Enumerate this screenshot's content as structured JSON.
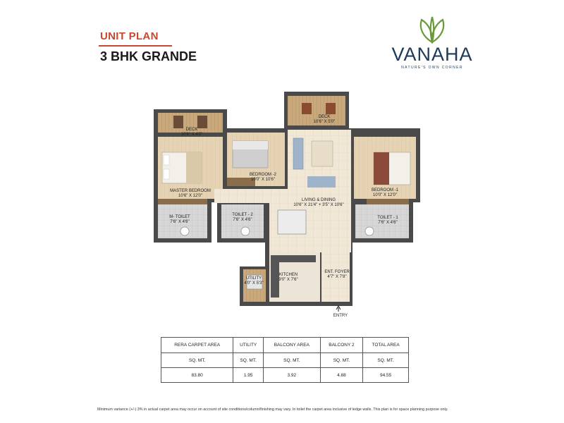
{
  "header": {
    "subtitle": "UNIT PLAN",
    "title": "3 BHK GRANDE"
  },
  "logo": {
    "name": "VANAHA",
    "tagline": "NATURE'S OWN CORNER"
  },
  "rooms": {
    "deck_left": {
      "name": "DECK",
      "size": "10'6\" X 4'0\""
    },
    "deck_top": {
      "name": "DECK",
      "size": "10'6\" X 5'0\""
    },
    "master": {
      "name": "MASTER BEDROOM",
      "size": "10'6\" X 12'0\""
    },
    "bedroom2": {
      "name": "BEDROOM -2",
      "size": "10'0\" X 10'6\""
    },
    "living": {
      "name": "LIVING & DINING",
      "size": "10'6\" X 21'4\" + 3'5\" X 10'6\""
    },
    "bedroom1": {
      "name": "BEDROOM -1",
      "size": "10'0\" X 12'0\""
    },
    "m_toilet": {
      "name": "M- TOILET",
      "size": "7'6\" X 4'6\""
    },
    "toilet2": {
      "name": "TOILET - 2",
      "size": "7'6\" X 4'6\""
    },
    "toilet1": {
      "name": "TOILET - 1",
      "size": "7'6\" X 4'6\""
    },
    "kitchen": {
      "name": "KITCHEN",
      "size": "9'0\" X 7'6\""
    },
    "utility": {
      "name": "UTILITY",
      "size": "4'0\" X 5'3\""
    },
    "foyer": {
      "name": "ENT. FOYER",
      "size": "4'7\" X 7'8\""
    }
  },
  "entry_label": "ENTRY",
  "area_table": {
    "headers": [
      "RERA CARPET AREA",
      "UTILITY",
      "BALCONY AREA",
      "BALCONY 2",
      "TOTAL AREA"
    ],
    "units": [
      "SQ. MT.",
      "SQ. MT.",
      "SQ. MT.",
      "SQ. MT.",
      "SQ. MT."
    ],
    "values": [
      "83.80",
      "1.95",
      "3.92",
      "4.88",
      "94.55"
    ]
  },
  "disclaimer": "Minimum variance (+/-) 3% in actual carpet area may occur on account of site conditions/column/finishing may vary. In toilet the carpet area inclusive of ledge walls. This plan is for space planning purpose only.",
  "colors": {
    "accent": "#c8472e",
    "brand_navy": "#1d3a5c",
    "brand_green": "#6a9a3a",
    "wall": "#4a4a4a",
    "floor": "#f1e7d6",
    "toilet_floor": "#d9d9d9",
    "deck_floor": "#c9b08a"
  }
}
